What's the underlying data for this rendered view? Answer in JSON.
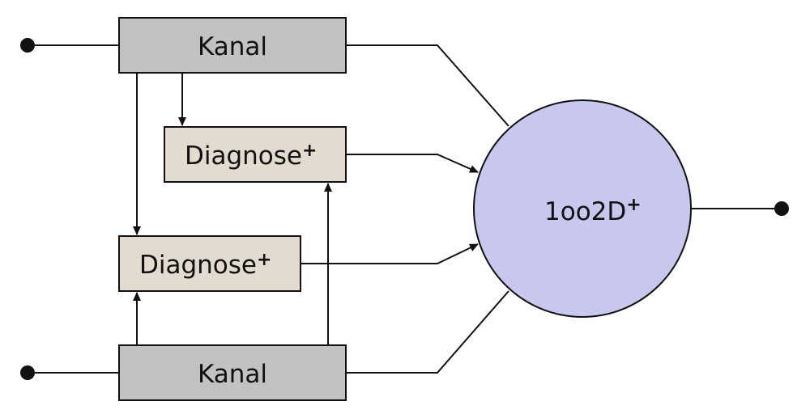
{
  "diagram": {
    "kanal_top": {
      "label": "Kanal"
    },
    "kanal_bottom": {
      "label": "Kanal"
    },
    "diagnose_top": {
      "label": "Diagnose",
      "sup": "+"
    },
    "diagnose_bottom": {
      "label": "Diagnose",
      "sup": "+"
    },
    "voter": {
      "label": "1oo2D",
      "sup": "+"
    }
  },
  "colors": {
    "kanal_fill": "#c1c3c2",
    "diagnose_fill": "#e3dbd0",
    "voter_fill": "#c8c8ee",
    "line": "#111111"
  }
}
